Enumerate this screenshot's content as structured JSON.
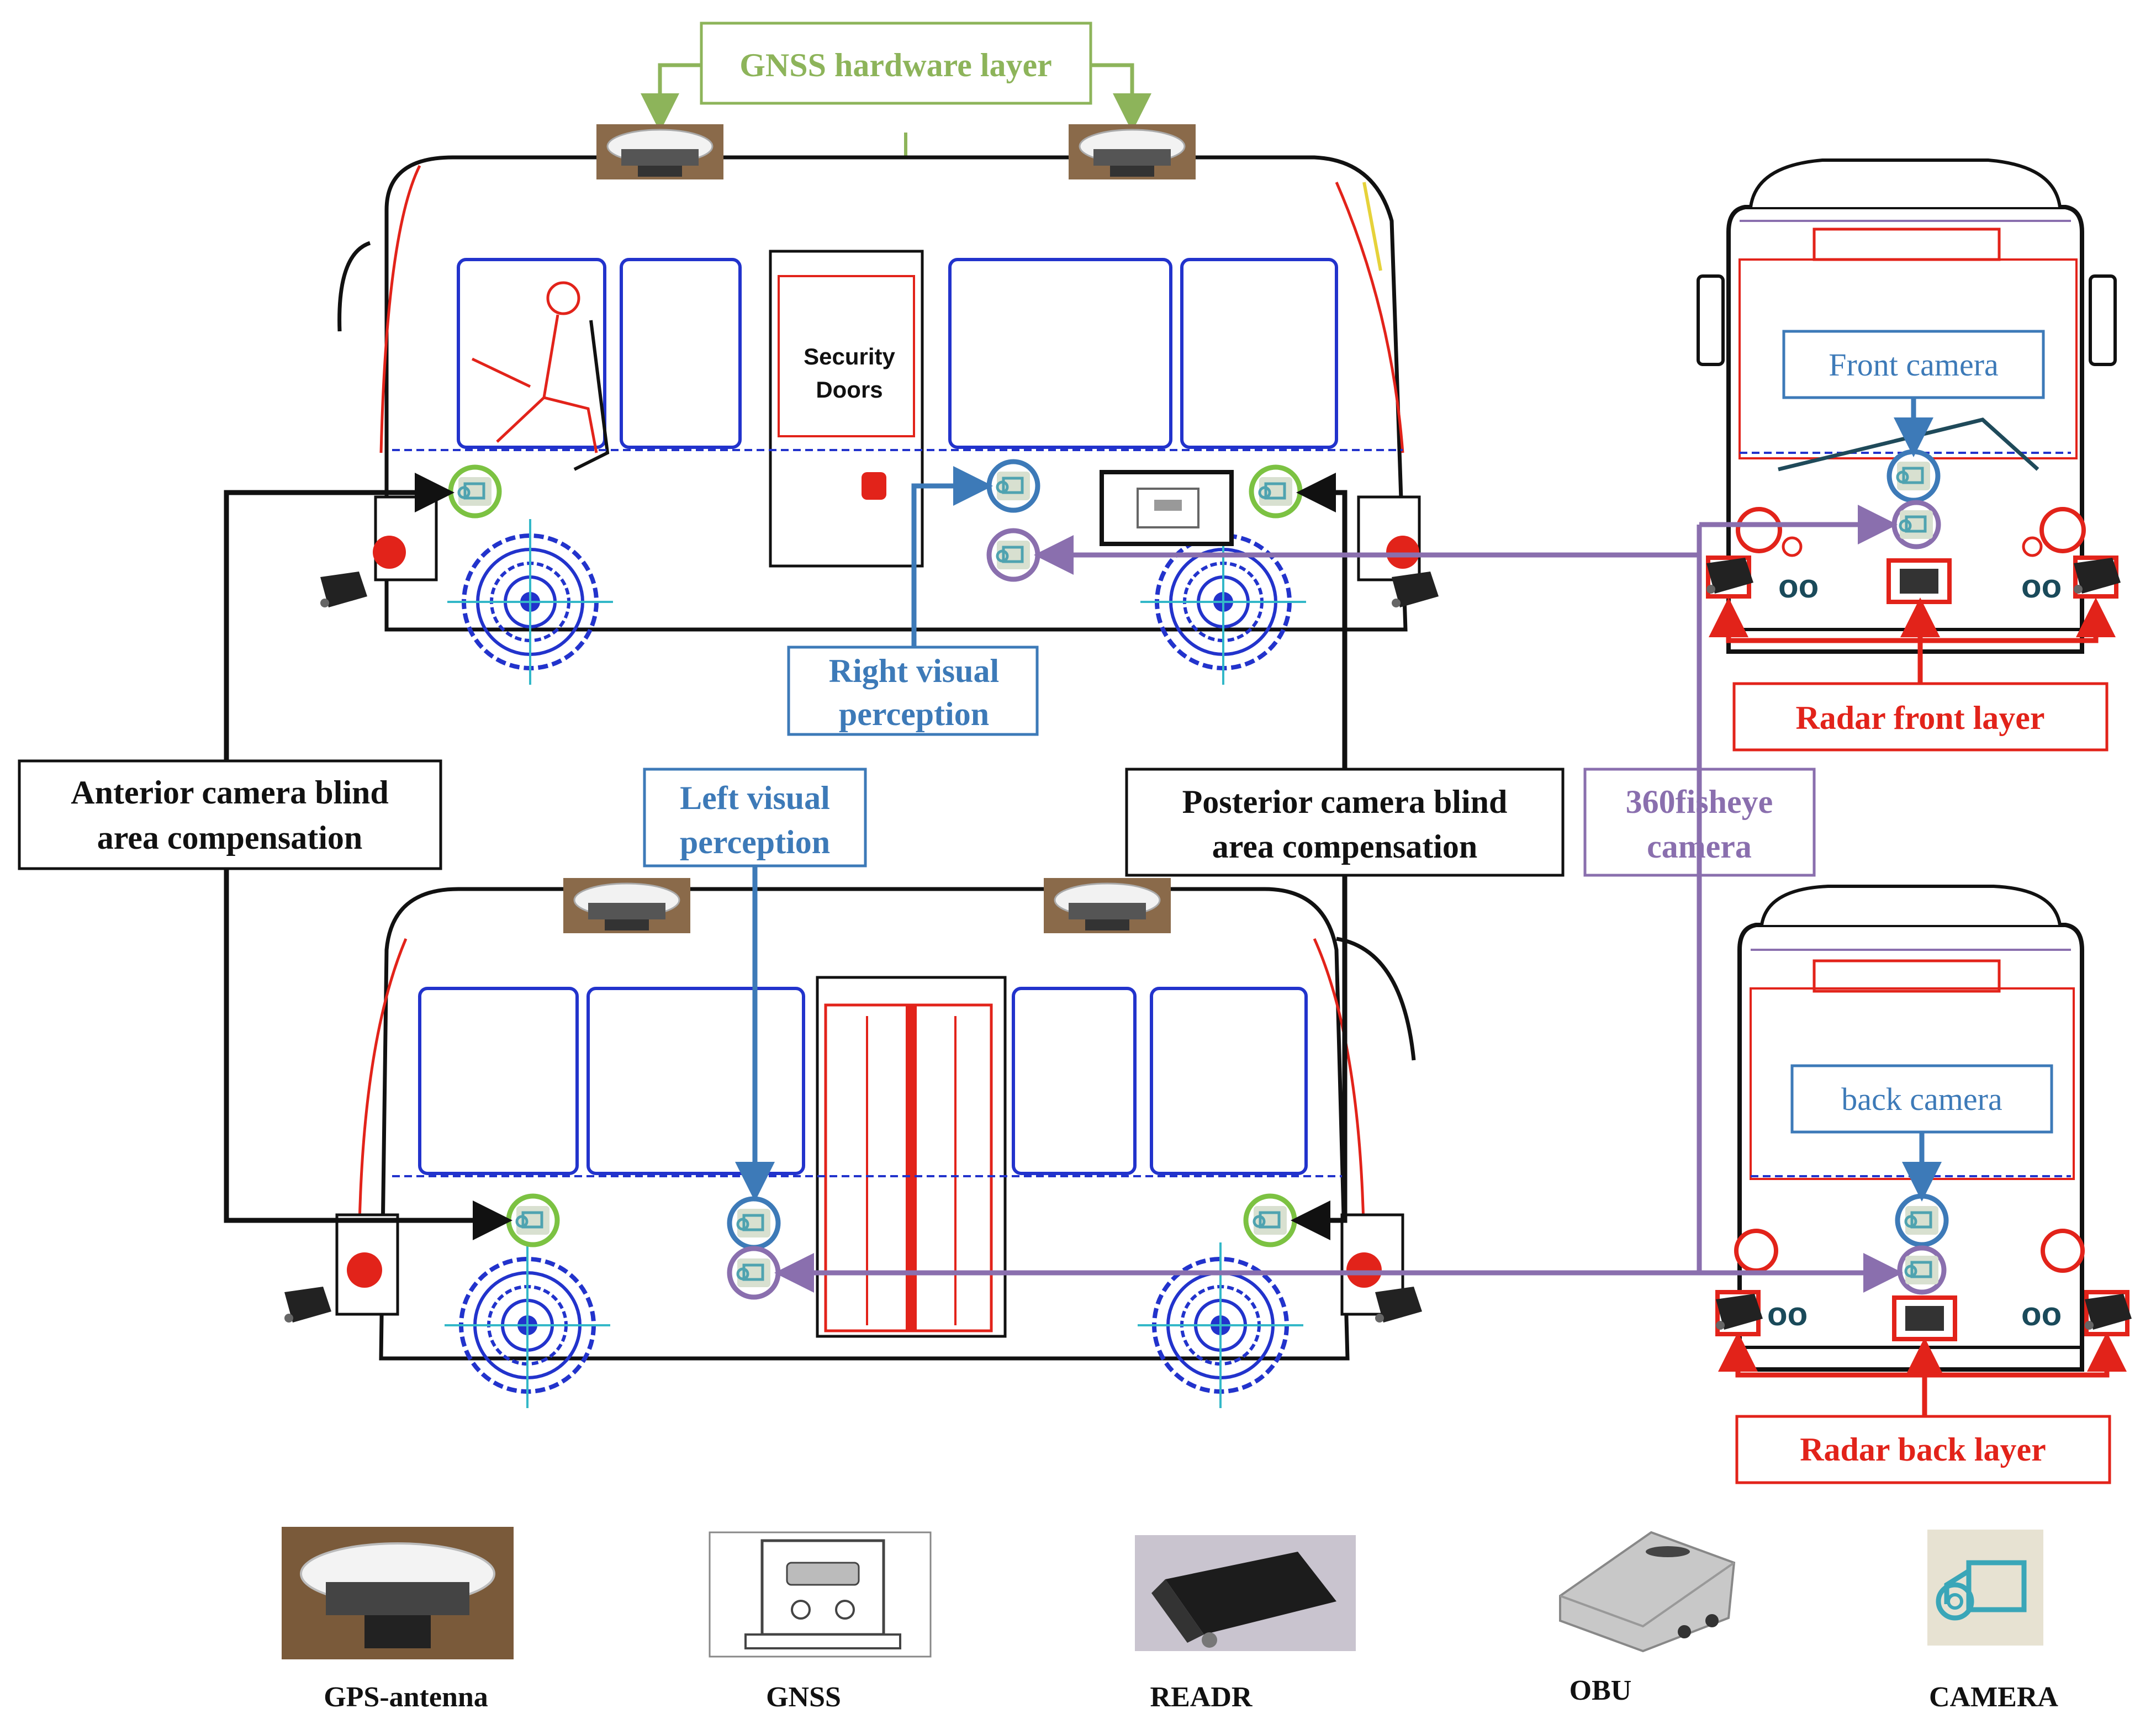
{
  "labels": {
    "gnss_hardware_layer": "GNSS hardware layer",
    "security_doors_line1": "Security",
    "security_doors_line2": "Doors",
    "front_camera": "Front camera",
    "back_camera": "back camera",
    "right_visual_line1": "Right visual",
    "right_visual_line2": "perception",
    "left_visual_line1": "Left visual",
    "left_visual_line2": "perception",
    "anterior_line1": "Anterior camera blind",
    "anterior_line2": "area compensation",
    "posterior_line1": "Posterior camera blind",
    "posterior_line2": "area compensation",
    "fisheye_line1": "360fisheye",
    "fisheye_line2": "camera",
    "radar_front_layer": "Radar front layer",
    "radar_back_layer": "Radar back layer"
  },
  "legend": [
    {
      "label": "GPS-antenna",
      "icon": "gps-antenna-icon"
    },
    {
      "label": "GNSS",
      "icon": "gnss-receiver-icon"
    },
    {
      "label": "READR",
      "icon": "radar-unit-icon"
    },
    {
      "label": "OBU",
      "icon": "obu-unit-icon"
    },
    {
      "label": "CAMERA",
      "icon": "camera-icon"
    }
  ],
  "colors": {
    "gnss_green": "#8db45a",
    "camera_blue": "#3d7ab8",
    "fisheye_purple": "#8a6fae",
    "radar_red": "#e2231a",
    "blind_green": "#7cc242",
    "window_blue": "#2233cc",
    "outline_black": "#111111"
  }
}
